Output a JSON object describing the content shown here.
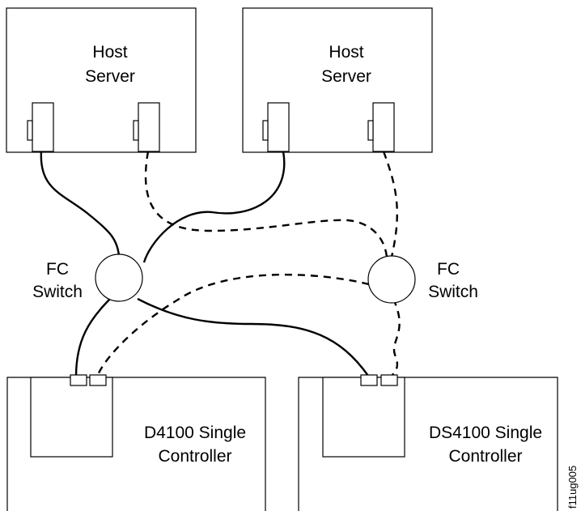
{
  "hosts": [
    {
      "line1": "Host",
      "line2": "Server"
    },
    {
      "line1": "Host",
      "line2": "Server"
    }
  ],
  "switches": [
    {
      "line1": "FC",
      "line2": "Switch"
    },
    {
      "line1": "FC",
      "line2": "Switch"
    }
  ],
  "controllers": [
    {
      "line1": "D4100  Single",
      "line2": "Controller"
    },
    {
      "line1": "DS4100 Single",
      "line2": "Controller"
    }
  ],
  "figure_code": "f11ug005"
}
